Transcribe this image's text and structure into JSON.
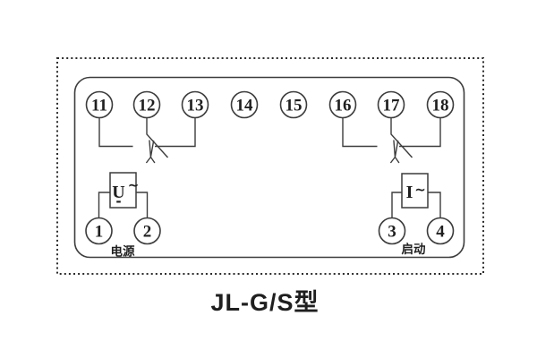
{
  "styles": {
    "background": "#ffffff",
    "line_color": "#3c3c3c",
    "text_color": "#1f1f1f",
    "border_color": "#2b2b2b"
  },
  "title": {
    "label": "JL-G/S型"
  },
  "terminal_strip": {
    "top_row": [
      {
        "label": "11"
      },
      {
        "label": "12"
      },
      {
        "label": "13"
      },
      {
        "label": "14"
      },
      {
        "label": "15"
      },
      {
        "label": "16"
      },
      {
        "label": "17"
      },
      {
        "label": "18"
      }
    ],
    "power_group": {
      "terminals": [
        {
          "label": "1"
        },
        {
          "label": "2"
        }
      ],
      "device": {
        "quantity": "U",
        "ac_mark": "~",
        "dc_mark": "-"
      },
      "caption": "电源"
    },
    "start_group": {
      "terminals": [
        {
          "label": "3"
        },
        {
          "label": "4"
        }
      ],
      "device": {
        "quantity": "I",
        "ac_mark": "~"
      },
      "caption": "启动"
    }
  }
}
